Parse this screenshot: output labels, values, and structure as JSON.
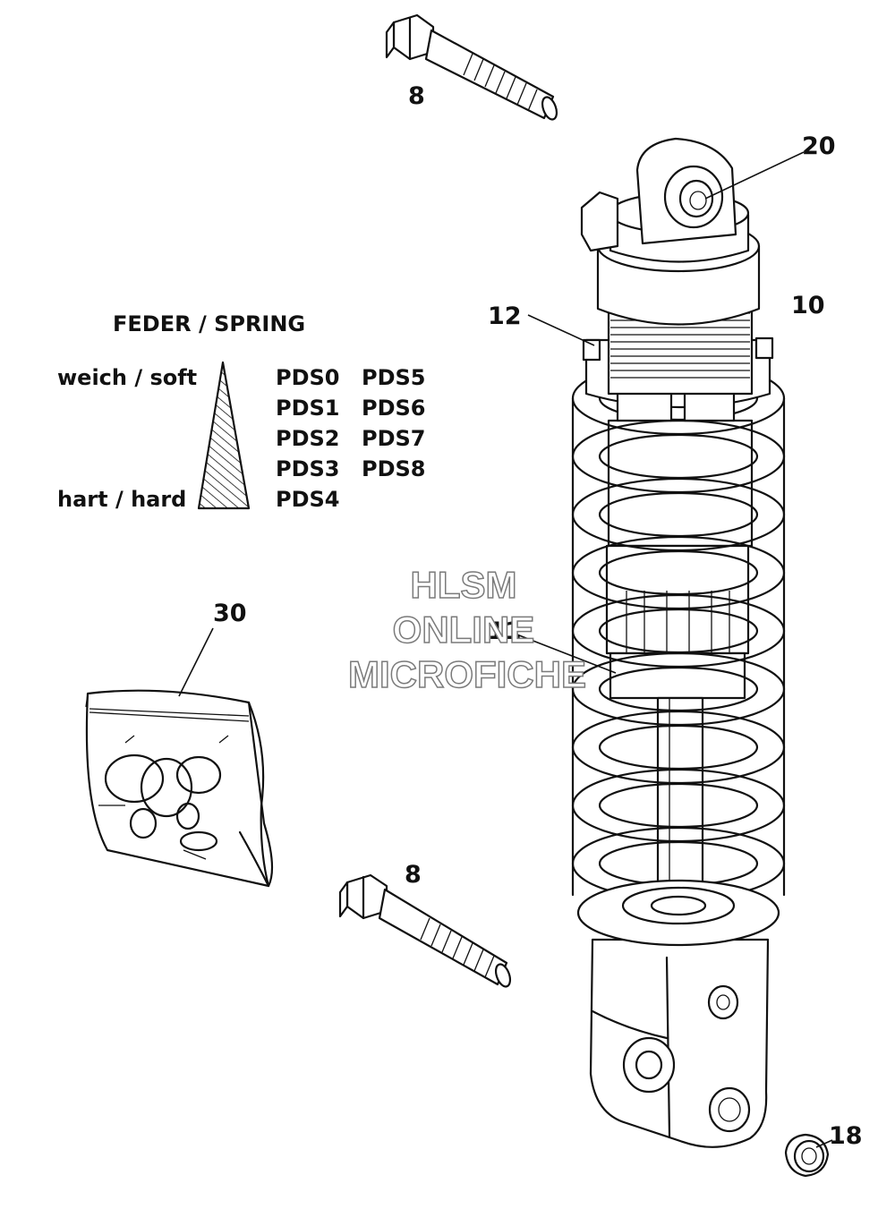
{
  "callouts": {
    "bolt_top": "8",
    "eye_bearing": "20",
    "shock_absorber": "10",
    "adjuster_ring": "12",
    "spring": "11",
    "seal_kit": "30",
    "bolt_bottom": "8",
    "cap": "18"
  },
  "legend": {
    "title": "FEDER / SPRING",
    "soft_label": "weich / soft",
    "hard_label": "hart / hard",
    "col1": [
      "PDS0",
      "PDS1",
      "PDS2",
      "PDS3",
      "PDS4"
    ],
    "col2": [
      "PDS5",
      "PDS6",
      "PDS7",
      "PDS8"
    ]
  },
  "watermark": {
    "line1": "HLSM",
    "line2": "ONLINE",
    "line3": "MICROFICHE"
  }
}
